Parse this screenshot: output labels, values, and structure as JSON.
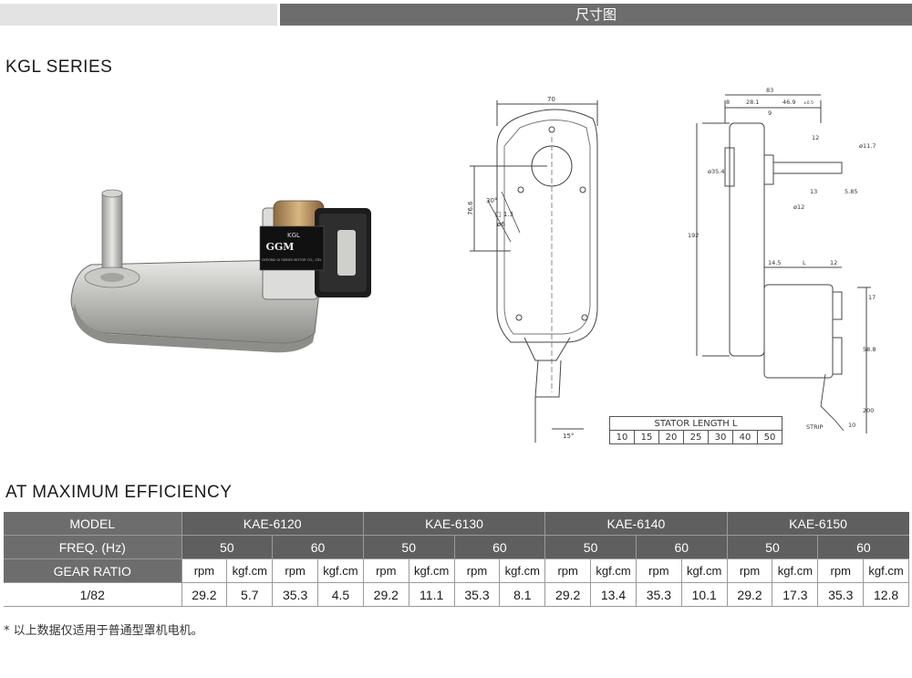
{
  "header": {
    "title": "尺寸图"
  },
  "series_title": "KGL SERIES",
  "photo_label": {
    "brand": "GGM",
    "model": "KGL",
    "company": "GYEONG GI SERIES MOTOR CO., LTD."
  },
  "front_view": {
    "dims": {
      "width": "70",
      "height": "76.6",
      "angle": "30°",
      "hole1": "□ 1.3",
      "hole2": "ø6",
      "bottom_angle": "15°"
    }
  },
  "side_view": {
    "dims": {
      "total": "83",
      "d1": "8",
      "d2": "28.1",
      "d3": "46.9",
      "d3_tol": "±0.5",
      "d4": "9",
      "d5": "12",
      "d6": "ø11.7",
      "d7": "ø35.4",
      "d8": "13",
      "d9": "5.85",
      "d10": "ø12",
      "d11": "192",
      "d12": "14.5",
      "d13": "L",
      "d14": "12",
      "d15": "17",
      "d16": "58.8",
      "d17": "200",
      "d18": "10",
      "strip": "STRIP"
    }
  },
  "stator_table": {
    "title": "STATOR LENGTH L",
    "values": [
      "10",
      "15",
      "20",
      "25",
      "30",
      "40",
      "50"
    ]
  },
  "efficiency_title": "AT MAXIMUM EFFICIENCY",
  "table": {
    "row_labels": {
      "model": "MODEL",
      "freq": "FREQ. (Hz)",
      "gear_ratio": "GEAR RATIO"
    },
    "models": [
      "KAE-6120",
      "KAE-6130",
      "KAE-6140",
      "KAE-6150"
    ],
    "freqs": [
      "50",
      "60"
    ],
    "units": [
      "rpm",
      "kgf.cm"
    ],
    "rows": [
      {
        "gear_ratio": "1/82",
        "values": [
          "29.2",
          "5.7",
          "35.3",
          "4.5",
          "29.2",
          "11.1",
          "35.3",
          "8.1",
          "29.2",
          "13.4",
          "35.3",
          "10.1",
          "29.2",
          "17.3",
          "35.3",
          "12.8"
        ]
      }
    ]
  },
  "footnote": "* 以上数据仅适用于普通型罩机电机。"
}
